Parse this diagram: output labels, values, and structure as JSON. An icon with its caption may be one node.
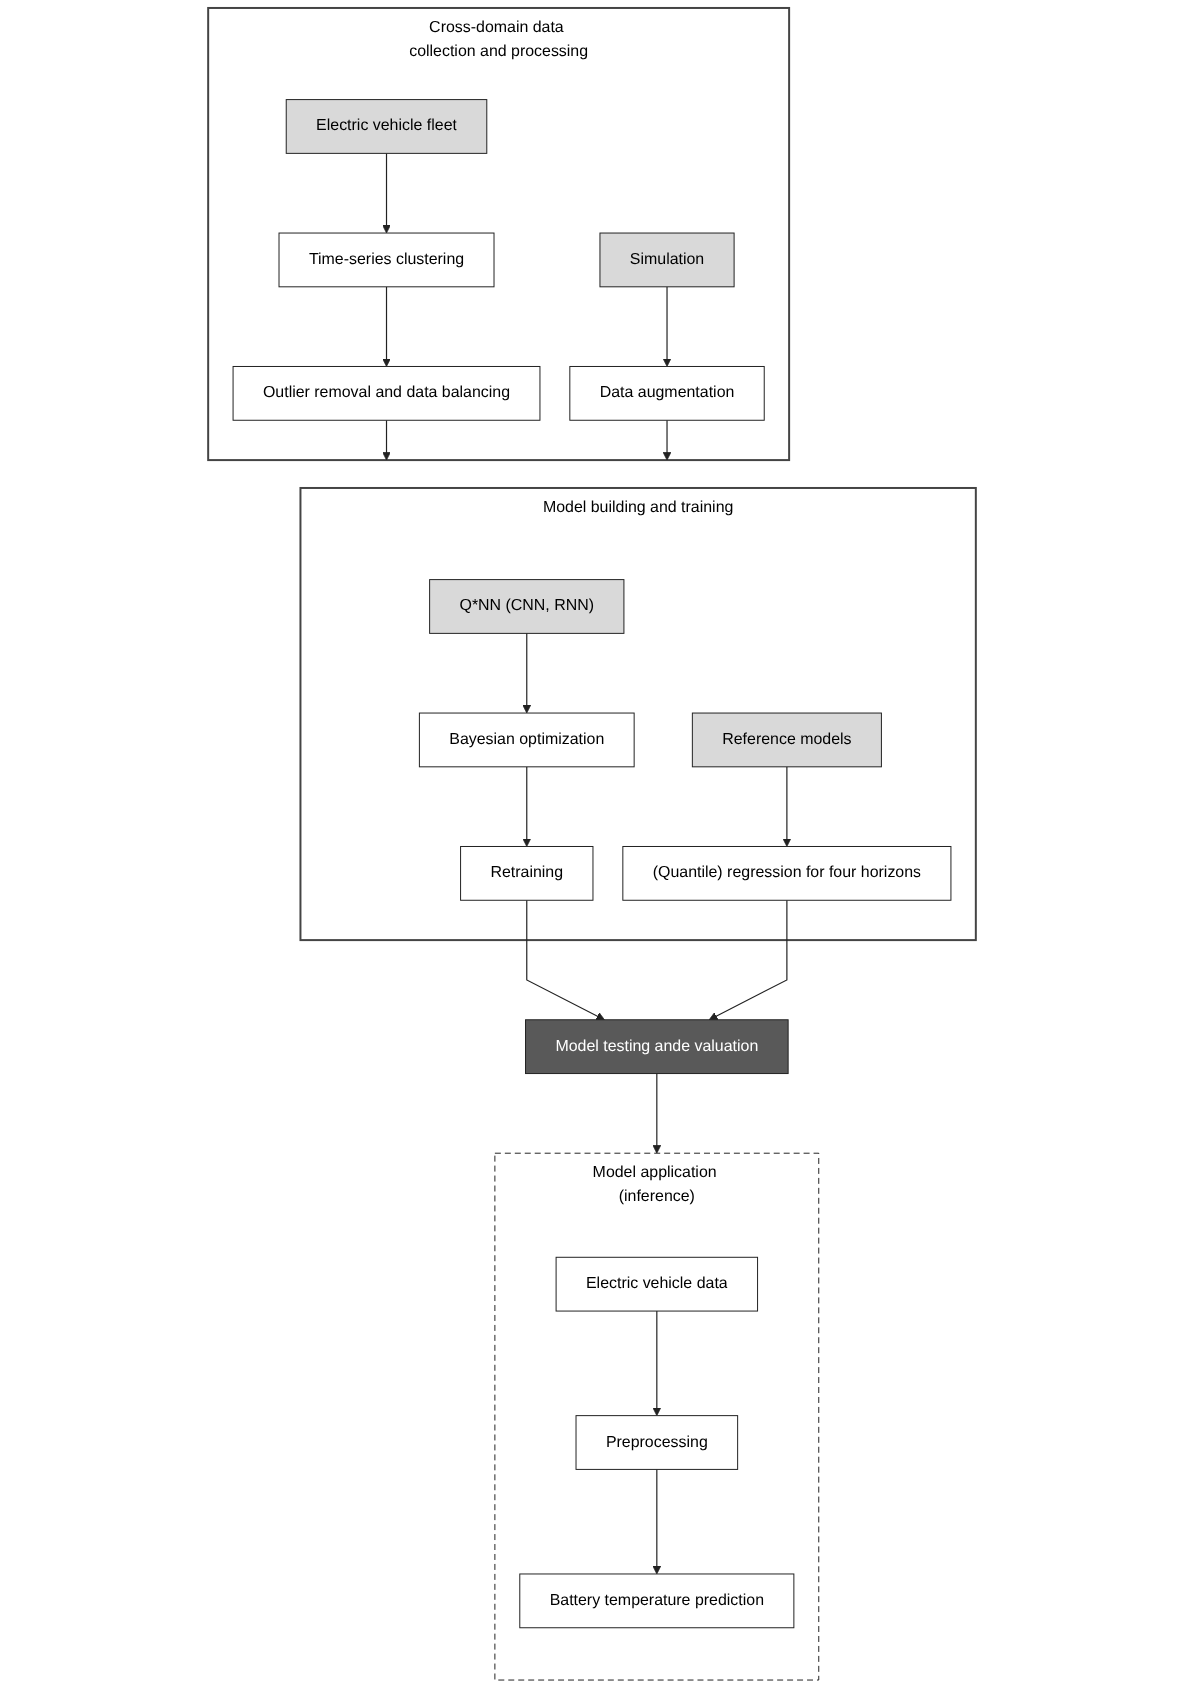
{
  "diagram": {
    "nodes": [
      {
        "text": [
          "Cross-domain data collection and processing"
        ]
      },
      {
        "text": [
          "Electric vehicle fleet"
        ],
        "in": 0
      },
      {
        "text": [
          "Simulation"
        ],
        "in": 0
      },
      {
        "text": [
          "Time-series clustering"
        ],
        "in": 0
      },
      {
        "text": [
          "Outlier removal and data balancing"
        ],
        "in": 0
      },
      {
        "text": [
          "Data augmentation"
        ],
        "in": 0
      },
      {
        "text": [
          "Model building and training"
        ]
      },
      {
        "text": [
          "Q*NN (CNN, RNN)"
        ],
        "in": 6
      },
      {
        "text": [
          "Reference models"
        ],
        "in": 6
      },
      {
        "text": [
          "Bayesian optimization"
        ],
        "in": 6
      },
      {
        "text": [
          "Retraining"
        ],
        "in": 6
      },
      {
        "text": [
          "(Quantile) regression for four horizons"
        ],
        "in": 6
      },
      {
        "text": [
          "Model testing ande valuation"
        ]
      },
      {
        "text": [
          "Model application (inference)"
        ]
      },
      {
        "text": [
          "Electric vehicle data"
        ],
        "in": 13
      },
      {
        "text": [
          "Preprocessing"
        ],
        "in": 13
      },
      {
        "text": [
          "Battery temperature prediction"
        ],
        "in": 13
      }
    ],
    "edges": [
      {
        "from": 1,
        "to": 3,
        "arrow": "to"
      },
      {
        "from": 3,
        "to": 4,
        "arrow": "to"
      },
      {
        "from": 2,
        "to": 5,
        "arrow": "to"
      },
      {
        "from": 4,
        "to": 6,
        "arrow": "to"
      },
      {
        "from": 5,
        "to": 6,
        "arrow": "to"
      },
      {
        "from": 7,
        "to": 9,
        "arrow": "to"
      },
      {
        "from": 9,
        "to": 10,
        "arrow": "to"
      },
      {
        "from": 8,
        "to": 11,
        "arrow": "to"
      },
      {
        "from": 10,
        "to": 12,
        "arrow": "to"
      },
      {
        "from": 11,
        "to": 12,
        "arrow": "to"
      },
      {
        "from": 12,
        "to": 13,
        "arrow": "to"
      },
      {
        "from": 14,
        "to": 15,
        "arrow": "to"
      },
      {
        "from": 15,
        "to": 16,
        "arrow": "to"
      }
    ]
  }
}
